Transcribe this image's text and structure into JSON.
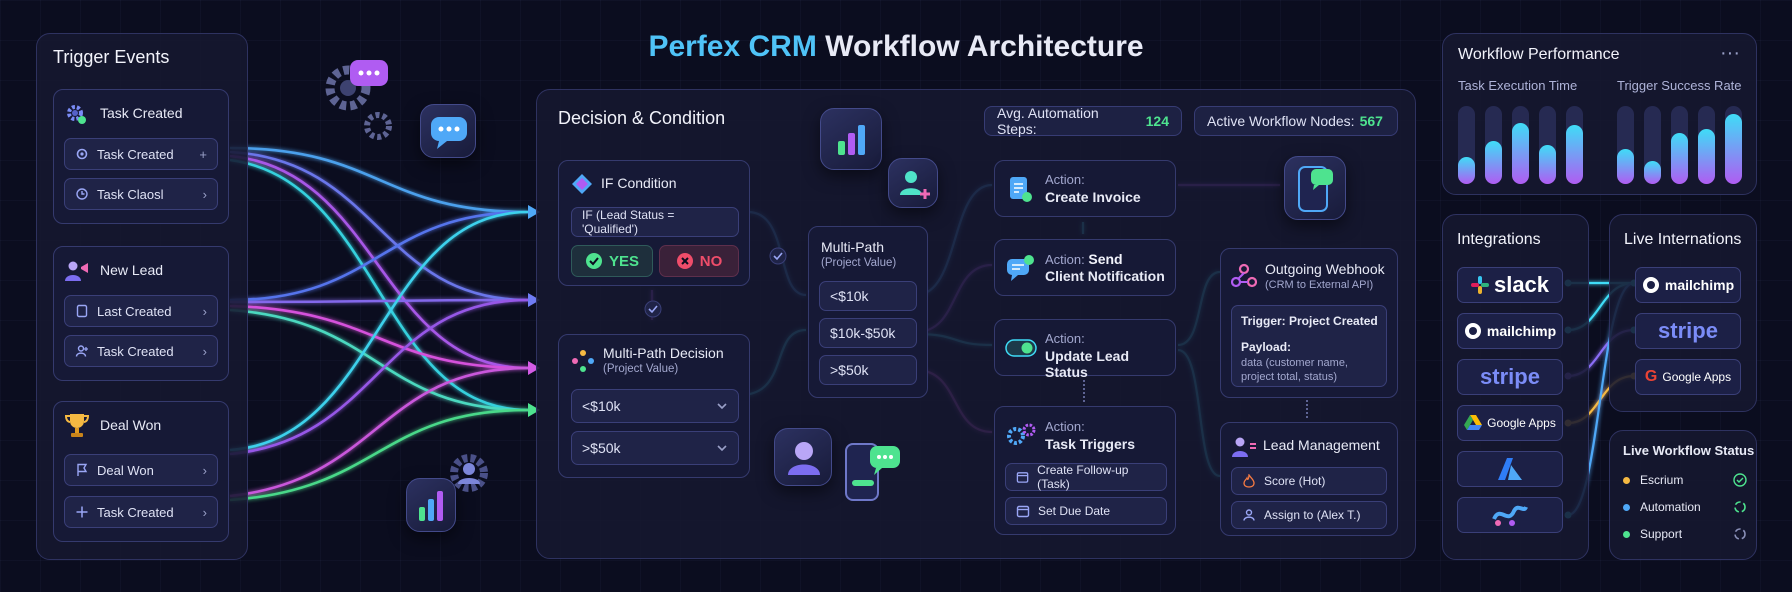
{
  "title": {
    "accent": "Perfex CRM",
    "rest": "Workflow Architecture"
  },
  "triggers": {
    "heading": "Trigger Events",
    "groups": [
      {
        "label": "Task Created",
        "icon": "gear-icon",
        "rows": [
          {
            "label": "Task Created",
            "icon": "gear-icon",
            "tail": "+"
          },
          {
            "label": "Task Claosl",
            "icon": "clock-icon",
            "tail": "›"
          }
        ]
      },
      {
        "label": "New Lead",
        "icon": "user-megaphone-icon",
        "rows": [
          {
            "label": "Last Created",
            "icon": "document-icon",
            "tail": "›"
          },
          {
            "label": "Task Created",
            "icon": "user-plus-icon",
            "tail": "›"
          }
        ]
      },
      {
        "label": "Deal Won",
        "icon": "trophy-icon",
        "rows": [
          {
            "label": "Deal Won",
            "icon": "flag-icon",
            "tail": "›"
          },
          {
            "label": "Task Created",
            "icon": "plus-icon",
            "tail": "›"
          }
        ]
      }
    ]
  },
  "decision": {
    "heading": "Decision & Condition",
    "stats": [
      {
        "label": "Avg. Automation Steps:",
        "value": "124"
      },
      {
        "label": "Active Workflow Nodes:",
        "value": "567"
      }
    ],
    "if_condition": {
      "title": "IF Condition",
      "expr": "IF (Lead Status = 'Qualified')",
      "yes": "YES",
      "no": "NO"
    },
    "multi_path_decision": {
      "title": "Multi-Path Decision",
      "sub": "(Project Value)",
      "options": [
        "<$10k",
        ">$50k"
      ]
    },
    "multi_path": {
      "title": "Multi-Path",
      "sub": "(Project Value)",
      "options": [
        "<$10k",
        "$10k-$50k",
        ">$50k"
      ]
    },
    "actions": [
      {
        "kicker": "Action:",
        "title": "Create Invoice",
        "icon": "invoice-icon"
      },
      {
        "kicker": "Action:",
        "title_a": "Send",
        "title_b": "Client Notification",
        "icon": "chat-icon"
      },
      {
        "kicker": "Action:",
        "title": "Update Lead Status",
        "icon": "toggle-icon"
      },
      {
        "kicker": "Action:",
        "title": "Task Triggers",
        "icon": "gears-icon",
        "items": [
          {
            "label": "Create Follow-up (Task)",
            "icon": "calendar-icon"
          },
          {
            "label": "Set Due Date",
            "icon": "calendar-icon"
          }
        ]
      }
    ],
    "webhook": {
      "title": "Outgoing Webhook",
      "sub": "(CRM to External API)",
      "trigger": "Trigger: Project Created",
      "payload_label": "Payload:",
      "payload": "data (customer name, project total, status)"
    },
    "lead_management": {
      "title": "Lead Management",
      "items": [
        {
          "label": "Score (Hot)",
          "icon": "flame-icon"
        },
        {
          "label": "Assign to (Alex T.)",
          "icon": "user-icon"
        }
      ]
    }
  },
  "performance": {
    "heading": "Workflow Performance",
    "menu": "···",
    "task_execution": {
      "label": "Task Execution Time",
      "levels": [
        0.35,
        0.55,
        0.78,
        0.5,
        0.75
      ]
    },
    "trigger_success": {
      "label": "Trigger Success Rate",
      "levels": [
        0.45,
        0.3,
        0.65,
        0.7,
        0.9
      ]
    }
  },
  "integrations": {
    "heading": "Integrations",
    "logos": [
      "slack",
      "mailchimp",
      "stripe",
      "Google Apps",
      "",
      ""
    ]
  },
  "live_internations": {
    "heading": "Live Internations",
    "logos": [
      "mailchimp",
      "stripe",
      "Google Apps"
    ]
  },
  "live_status": {
    "heading": "Live Workflow Status",
    "items": [
      {
        "label": "Escrium",
        "color": "#f5b942"
      },
      {
        "label": "Automation",
        "color": "#4fa8f7"
      },
      {
        "label": "Support",
        "color": "#4ee38f"
      }
    ]
  },
  "colors": {
    "accent": "#4fc3f7",
    "green": "#4ee38f",
    "red": "#ef4d6a",
    "purple": "#b05cf2"
  }
}
